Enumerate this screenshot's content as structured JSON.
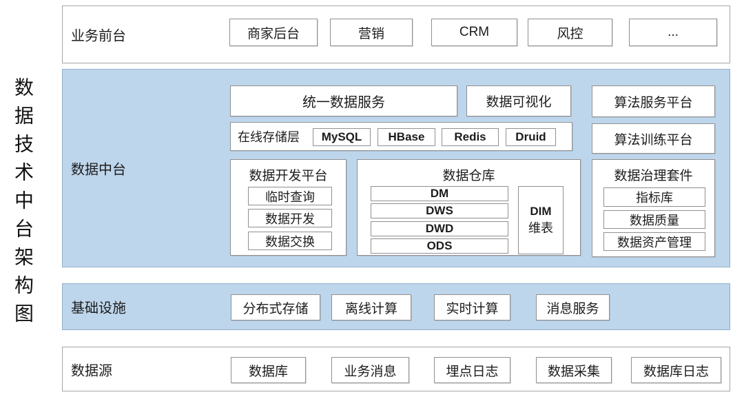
{
  "page_title": "数据技术中台架构图",
  "colors": {
    "panel_blue": "#bed6ec",
    "panel_blue_border": "#92aec8",
    "white_panel_border": "#a6a6a6",
    "box_border": "#8f8f8f",
    "text": "#1c1c1c"
  },
  "layers": {
    "front": {
      "label": "业务前台",
      "items": [
        "商家后台",
        "营销",
        "CRM",
        "风控",
        "..."
      ]
    },
    "middle": {
      "label": "数据中台",
      "unified_service": "统一数据服务",
      "visualization": "数据可视化",
      "algo_service": "算法服务平台",
      "algo_training": "算法训练平台",
      "storage": {
        "label": "在线存储层",
        "items": [
          "MySQL",
          "HBase",
          "Redis",
          "Druid"
        ]
      },
      "dev_platform": {
        "title": "数据开发平台",
        "items": [
          "临时查询",
          "数据开发",
          "数据交换"
        ]
      },
      "warehouse": {
        "title": "数据仓库",
        "layers": [
          "DM",
          "DWS",
          "DWD",
          "ODS"
        ],
        "dim_line1": "DIM",
        "dim_line2": "维表"
      },
      "governance": {
        "title": "数据治理套件",
        "items": [
          "指标库",
          "数据质量",
          "数据资产管理"
        ]
      }
    },
    "infra": {
      "label": "基础设施",
      "items": [
        "分布式存储",
        "离线计算",
        "实时计算",
        "消息服务"
      ]
    },
    "source": {
      "label": "数据源",
      "items": [
        "数据库",
        "业务消息",
        "埋点日志",
        "数据采集",
        "数据库日志"
      ]
    }
  }
}
